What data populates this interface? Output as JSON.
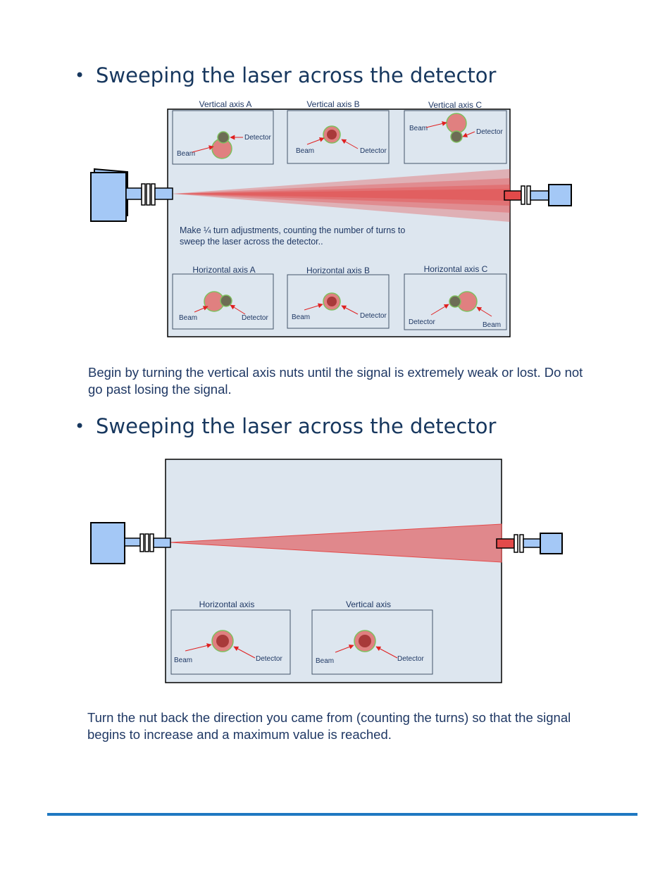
{
  "section1": {
    "heading": "Sweeping the laser across the detector",
    "vertical_panels": [
      {
        "title": "Vertical axis A",
        "beam": "Beam",
        "detector": "Detector"
      },
      {
        "title": "Vertical axis B",
        "beam": "Beam",
        "detector": "Detector"
      },
      {
        "title": "Vertical axis C",
        "beam": "Beam",
        "detector": "Detector"
      }
    ],
    "instruction_line1": "Make ¼ turn adjustments, counting the number  of turns to",
    "instruction_line2": "sweep the laser across the detector..",
    "horizontal_panels": [
      {
        "title": "Horizontal  axis A",
        "beam": "Beam",
        "detector": "Detector"
      },
      {
        "title": "Horizontal axis B",
        "beam": "Beam",
        "detector": "Detector"
      },
      {
        "title": "Horizontal axis C",
        "beam": "Beam",
        "detector": "Detector"
      }
    ],
    "caption": "Begin by turning  the vertical axis nuts  until the signal is extremely weak or lost.  Do not go past losing the signal."
  },
  "section2": {
    "heading": "Sweeping the laser across the detector",
    "panels": [
      {
        "title": "Horizontal axis",
        "beam": "Beam",
        "detector": "Detector"
      },
      {
        "title": "Vertical axis",
        "beam": "Beam",
        "detector": "Detector"
      }
    ],
    "caption": "Turn  the nut  back the direction  you came from (counting  the turns) so that the signal  begins to increase  and a maximum  value  is reached."
  },
  "colors": {
    "heading": "#17375e",
    "body_text": "#1f3864",
    "panel_bg": "#dde6ef",
    "laser": "#e34a4a",
    "device": "#a4c8f6",
    "rule": "#1f78c1"
  }
}
